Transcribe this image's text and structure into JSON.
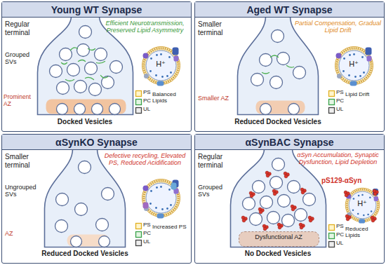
{
  "diagram": {
    "nodes": [
      {
        "text": [
          "Young WT Synapse"
        ]
      },
      {
        "text": [
          "Aged WT Synapse"
        ]
      },
      {
        "text": [
          "αSynKO Synapse"
        ]
      },
      {
        "text": [
          "αSynBAC Synapse"
        ]
      }
    ],
    "labels": [
      "Regular terminal",
      "Efficient Neurotransmission, Preserved Lipid Asymmetry",
      "Grouped SVs",
      "H⁺",
      "Prominent AZ",
      "Docked Vesicles",
      "PS",
      "PC",
      "UL",
      "Balanced Lipids",
      "Smaller terminal",
      "Partial Compensation, Gradual Lipid Drift",
      "H⁺",
      "Smaller AZ",
      "Reduced Docked Vesicles",
      "PS",
      "PC",
      "UL",
      "Lipid Drift",
      "Smaller terminal",
      "Defective recycling, Elevated PS, Reduced Acidification",
      "Ungrouped SVs",
      "AZ",
      "Reduced Docked Vesicles",
      "PS",
      "PC",
      "UL",
      "Increased PS",
      "Regular terminal",
      "αSyn Accumulation, Synaptic Dysfunction, Lipid Depletion",
      "Grouped SVs",
      "pS129-αSyn",
      "H⁺",
      "Dysfunctional AZ",
      "No Docked Vesicles",
      "PS",
      "PC",
      "UL",
      "Reduced Lipids"
    ]
  }
}
